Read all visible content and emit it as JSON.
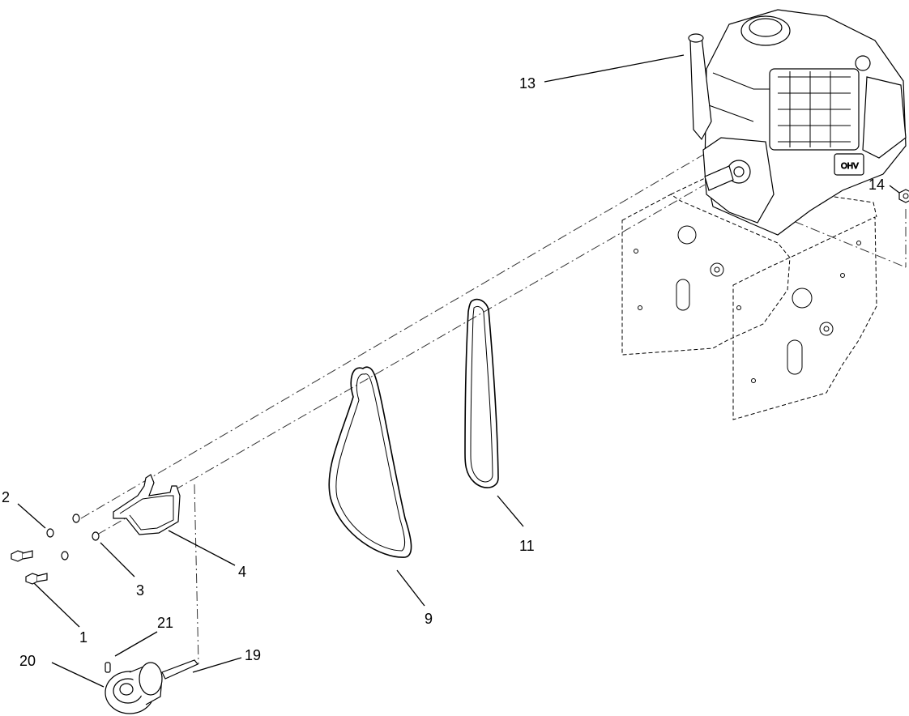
{
  "callouts": {
    "c1": "1",
    "c2": "2",
    "c3": "3",
    "c4": "4",
    "c9": "9",
    "c11": "11",
    "c13": "13",
    "c14": "14",
    "c19": "19",
    "c20": "20",
    "c21": "21"
  }
}
